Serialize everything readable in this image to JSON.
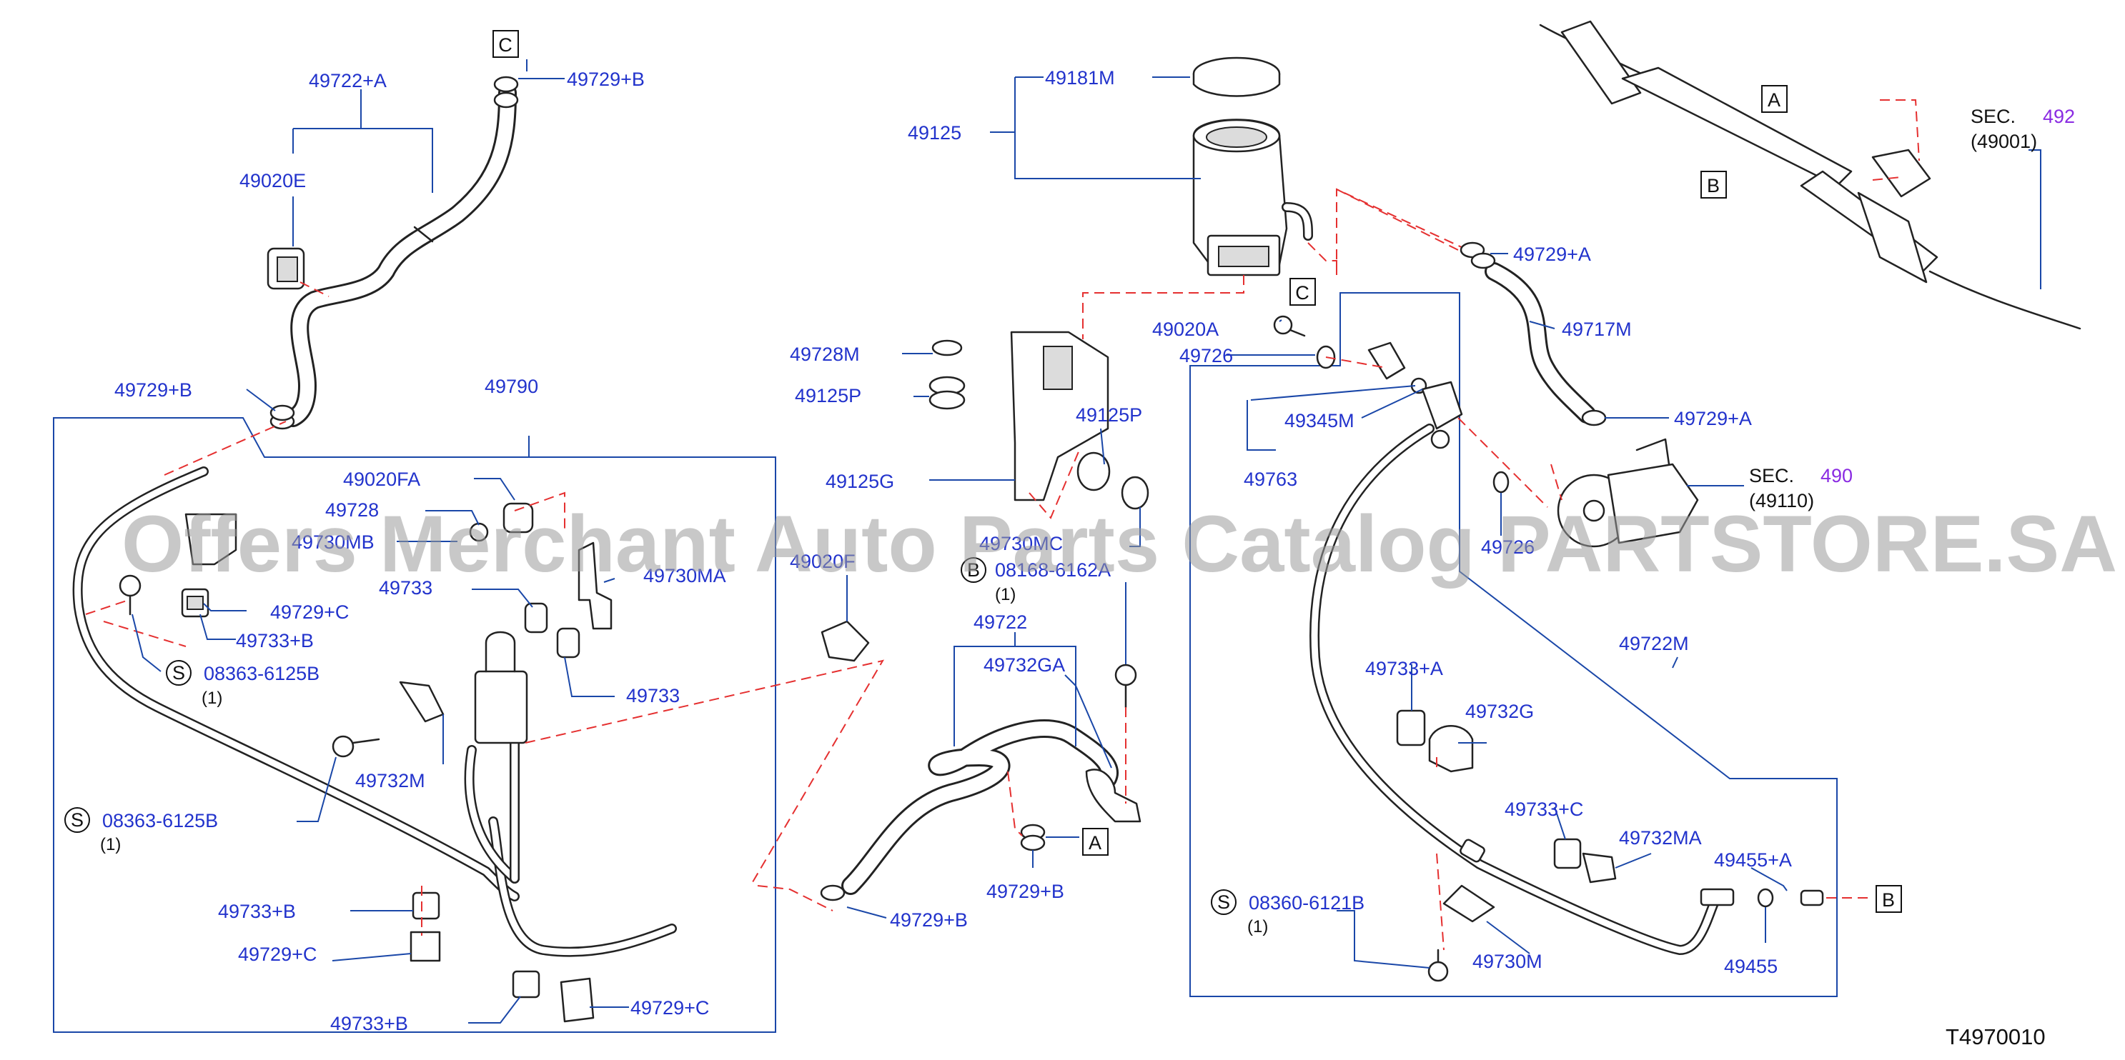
{
  "diagram_code": "T4970010",
  "watermark": "Offers Merchant Auto Parts Catalog PARTSTORE.SA",
  "sections": [
    {
      "sec": "SEC.",
      "num": "492",
      "sub": "(49001)"
    },
    {
      "sec": "SEC.",
      "num": "490",
      "sub": "(49110)"
    }
  ],
  "ref_boxes": [
    "C",
    "C",
    "A",
    "B",
    "A",
    "B"
  ],
  "labels": {
    "p49722A": "49722+A",
    "p49729B_1": "49729+B",
    "p49020E": "49020E",
    "p49729B_2": "49729+B",
    "p49790": "49790",
    "p49020FA": "49020FA",
    "p49728": "49728",
    "p49730MB": "49730MB",
    "p49729C_1": "49729+C",
    "p49733B_1": "49733+B",
    "p49733_1": "49733",
    "p49730MA": "49730MA",
    "p49733_2": "49733",
    "p08363_1": "08363-6125B",
    "q1": "(1)",
    "p49732M": "49732M",
    "p08363_2": "08363-6125B",
    "q2": "(1)",
    "p49733B_2": "49733+B",
    "p49729C_2": "49729+C",
    "p49733B_3": "49733+B",
    "p49729C_3": "49729+C",
    "p49181M": "49181M",
    "p49125": "49125",
    "p49728M": "49728M",
    "p49125P_1": "49125P",
    "p49125P_2": "49125P",
    "p49125G": "49125G",
    "p49020F": "49020F",
    "p08168": "08168-6162A",
    "q3": "(1)",
    "p49730MC": "49730MC",
    "p49722": "49722",
    "p49732GA": "49732GA",
    "p49729B_3": "49729+B",
    "p49729B_4": "49729+B",
    "p49020A": "49020A",
    "p49726": "49726",
    "p49345M": "49345M",
    "p49763": "49763",
    "p49729A_1": "49729+A",
    "p49717M": "49717M",
    "p49729A_2": "49729+A",
    "p49726_2": "49726",
    "p49722M": "49722M",
    "p49733A": "49733+A",
    "p49732G": "49732G",
    "p49733C": "49733+C",
    "p49732MA": "49732MA",
    "p49455A": "49455+A",
    "p08360": "08360-6121B",
    "q4": "(1)",
    "p49730M": "49730M",
    "p49455": "49455"
  },
  "symbols": {
    "s_circle": "S",
    "b_circle": "B"
  }
}
